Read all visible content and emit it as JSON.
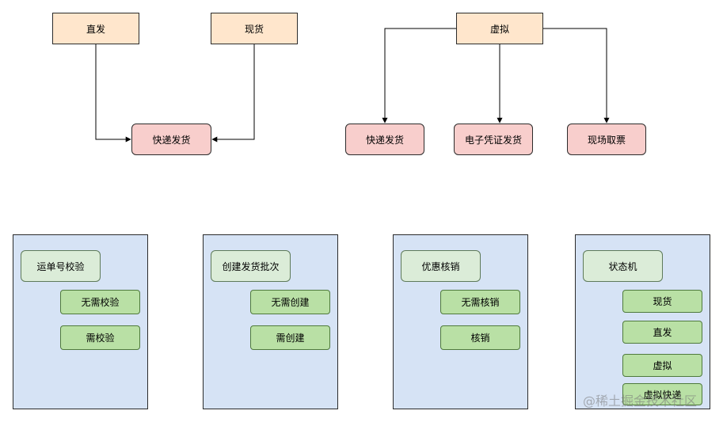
{
  "top_left": {
    "sources": [
      "直发",
      "现货"
    ],
    "target": "快递发货"
  },
  "top_right": {
    "source": "虚拟",
    "targets": [
      "快递发货",
      "电子凭证发货",
      "现场取票"
    ]
  },
  "panels": [
    {
      "group": "运单号校验",
      "options": [
        "无需校验",
        "需校验"
      ]
    },
    {
      "group": "创建发货批次",
      "options": [
        "无需创建",
        "需创建"
      ]
    },
    {
      "group": "优惠核销",
      "options": [
        "无需核销",
        "核销"
      ]
    },
    {
      "group": "状态机",
      "options": [
        "现货",
        "直发",
        "虚拟",
        "虚拟快递"
      ]
    }
  ],
  "watermark": "@稀土掘金技术社区"
}
